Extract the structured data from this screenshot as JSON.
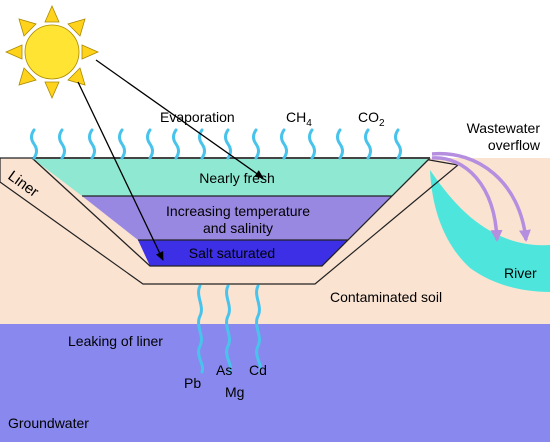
{
  "labels": {
    "evaporation": "Evaporation",
    "ch4": {
      "base": "CH",
      "sub": "4"
    },
    "co2": {
      "base": "CO",
      "sub": "2"
    },
    "wastewater": "Wastewater",
    "overflow": "overflow",
    "liner": "Liner",
    "nearly_fresh": "Nearly fresh",
    "increasing_1": "Increasing temperature",
    "increasing_2": "and salinity",
    "salt_saturated": "Salt saturated",
    "river": "River",
    "contaminated_soil": "Contaminated soil",
    "leaking": "Leaking of liner",
    "pb": "Pb",
    "as": "As",
    "cd": "Cd",
    "mg": "Mg",
    "groundwater": "Groundwater"
  },
  "colors": {
    "soil": "#fbe3d2",
    "groundwater": "#8888ee",
    "fresh_layer": "#8fe8d2",
    "mid_layer": "#9988e2",
    "salt_layer": "#3c2fe6",
    "river": "#4ee6dc",
    "vapor": "#48c4ec",
    "overflow_arrow": "#b68ee0",
    "sun": "#ffe433",
    "sun_rays": "#ffd21c",
    "outline": "#222222"
  }
}
